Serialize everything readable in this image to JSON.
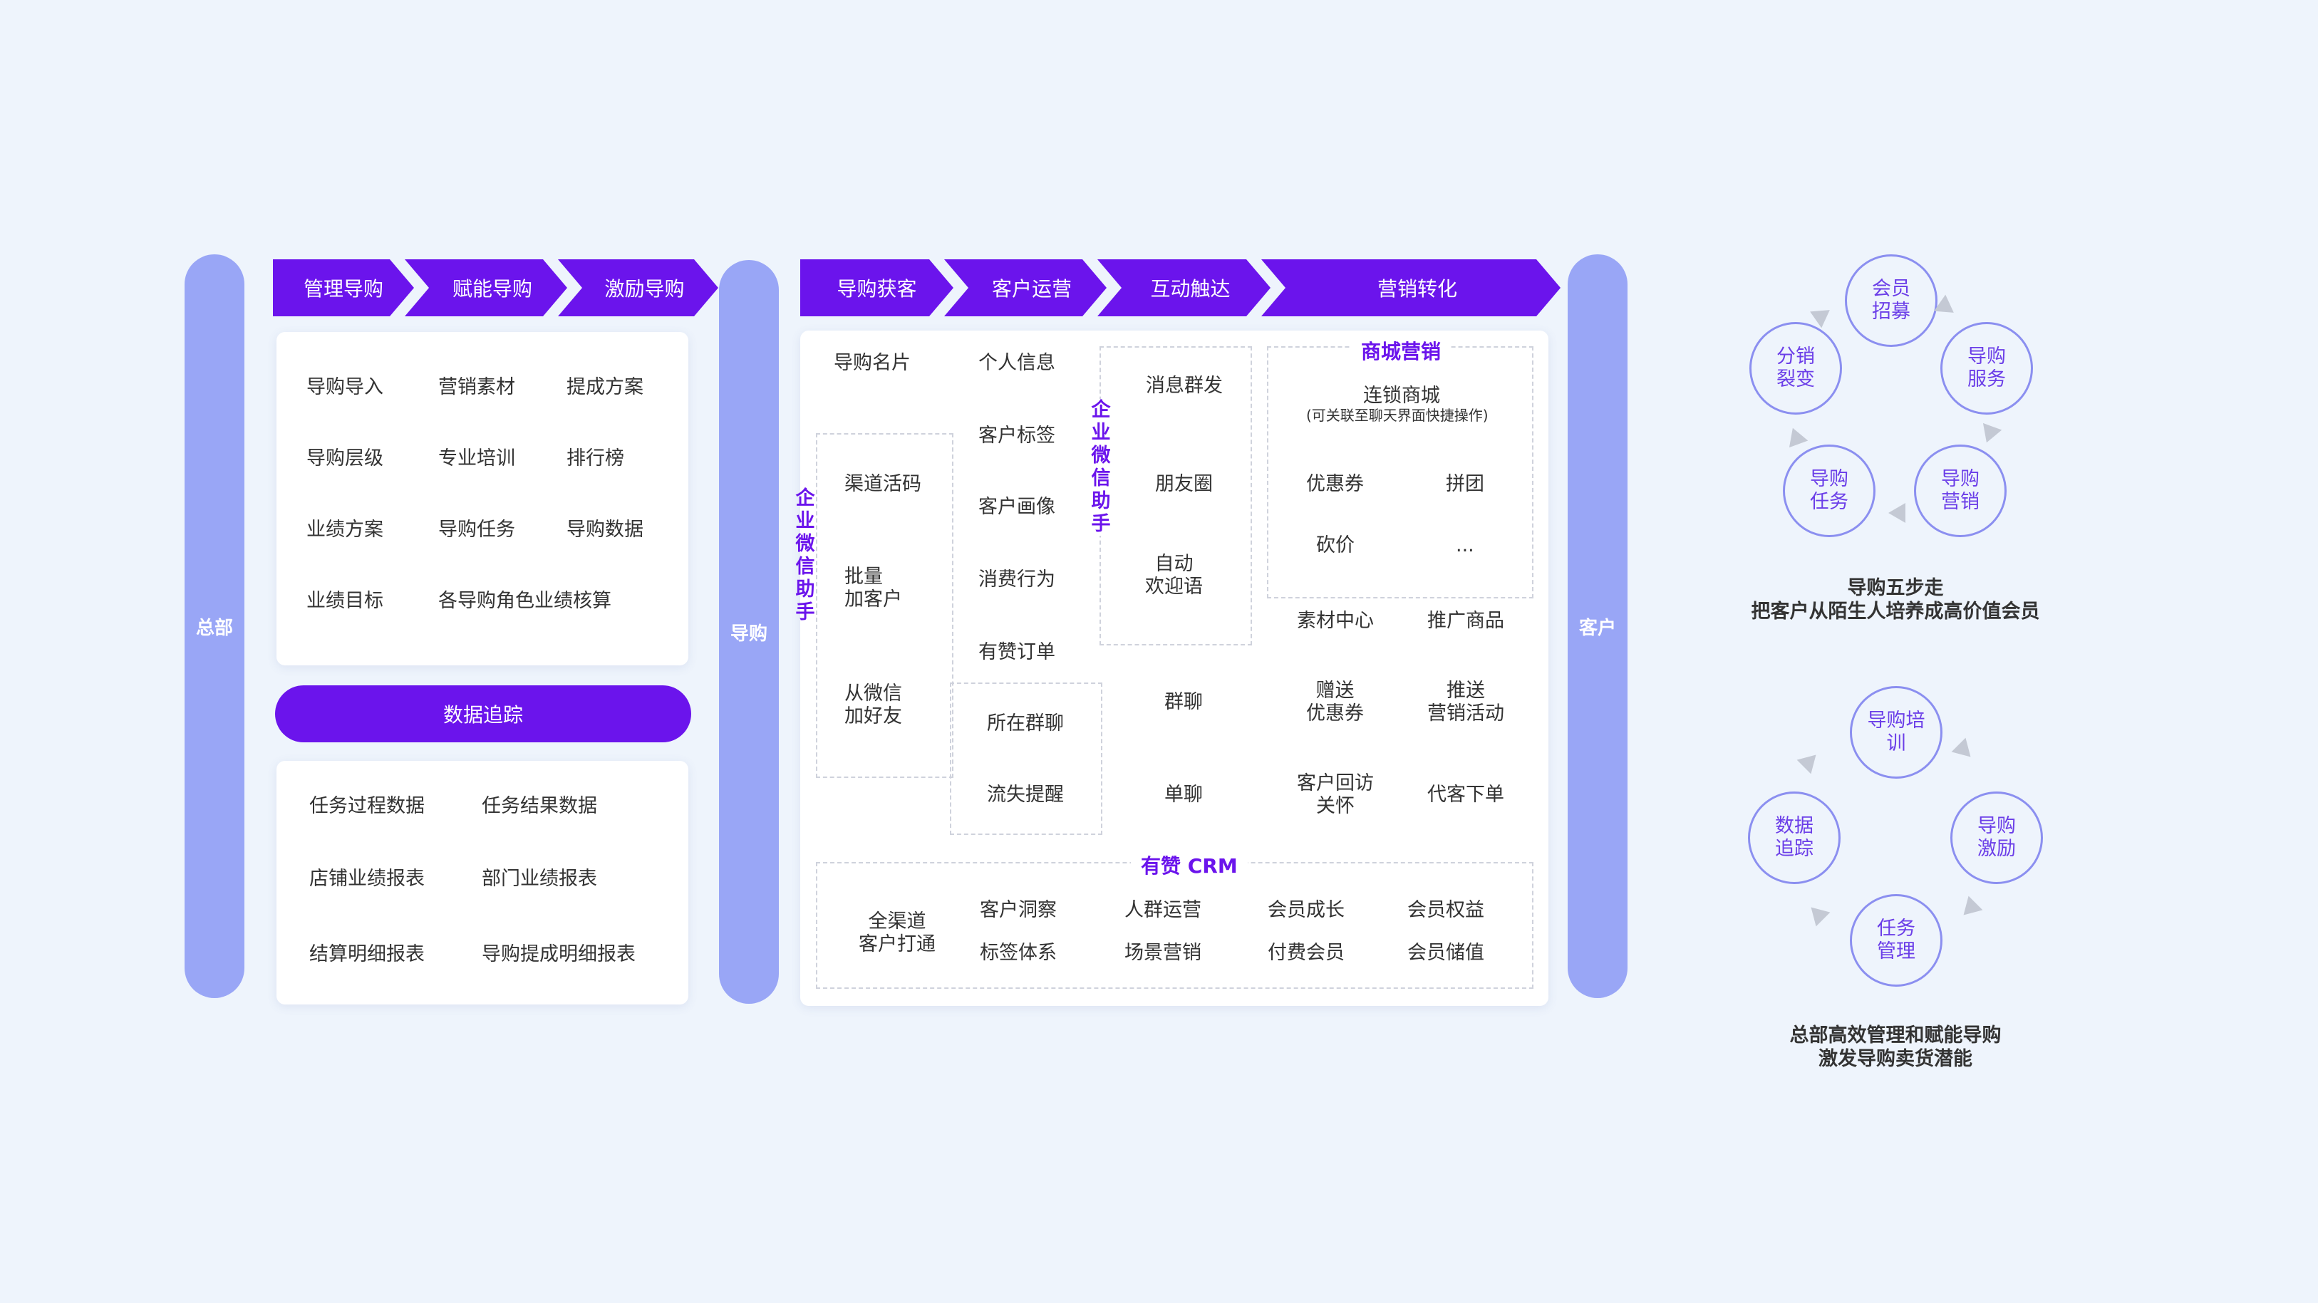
{
  "pillars": {
    "hq": "总部",
    "guide": "导购",
    "customer": "客户"
  },
  "left": {
    "arrows": [
      "管理导购",
      "赋能导购",
      "激励导购"
    ],
    "grid": [
      "导购导入",
      "营销素材",
      "提成方案",
      "导购层级",
      "专业培训",
      "排行榜",
      "业绩方案",
      "导购任务",
      "导购数据",
      "业绩目标",
      "各导购角色业绩核算"
    ],
    "track_button": "数据追踪",
    "reports": [
      "任务过程数据",
      "任务结果数据",
      "店铺业绩报表",
      "部门业绩报表",
      "结算明细报表",
      "导购提成明细报表"
    ]
  },
  "middle": {
    "arrows": [
      "导购获客",
      "客户运营",
      "互动触达",
      "营销转化"
    ],
    "acquire": {
      "name_card": "导购名片",
      "wechat_assistant": "企业微信助手",
      "channel_code": "渠道活码",
      "batch_add": "批量\n加客户",
      "add_from_wechat": "从微信\n加好友"
    },
    "operate": {
      "items": [
        "个人信息",
        "客户标签",
        "客户画像",
        "消费行为",
        "有赞订单"
      ],
      "group": "所在群聊",
      "churn": "流失提醒"
    },
    "reach": {
      "wechat_assistant": "企业微信助手",
      "items": [
        "消息群发",
        "朋友圈",
        "自动\n欢迎语"
      ],
      "group_chat": "群聊",
      "single_chat": "单聊"
    },
    "convert": {
      "mall_title": "商城营销",
      "chain_mall": "连锁商城",
      "chain_mall_note": "(可关联至聊天界面快捷操作)",
      "mall_items": [
        "优惠券",
        "拼团",
        "砍价",
        "..."
      ],
      "others": [
        "素材中心",
        "推广商品",
        "赠送\n优惠券",
        "推送\n营销活动",
        "客户回访\n关怀",
        "代客下单"
      ]
    },
    "crm": {
      "title": "有赞 CRM",
      "lead": "全渠道\n客户打通",
      "items": [
        "客户洞察",
        "人群运营",
        "会员成长",
        "会员权益",
        "标签体系",
        "场景营销",
        "付费会员",
        "会员储值"
      ]
    }
  },
  "right": {
    "cycle1": [
      "会员\n招募",
      "导购\n服务",
      "导购\n营销",
      "导购\n任务",
      "分销\n裂变"
    ],
    "caption1": [
      "导购五步走",
      "把客户从陌生人培养成高价值会员"
    ],
    "cycle2": [
      "导购培\n训",
      "导购\n激励",
      "任务\n管理",
      "数据\n追踪"
    ],
    "caption2": [
      "总部高效管理和赋能导购",
      "激发导购卖货潜能"
    ],
    "colors": {
      "accent": "#6b14ec",
      "pillar": "#99a6f6",
      "circle_border": "#8b8ff0"
    }
  }
}
